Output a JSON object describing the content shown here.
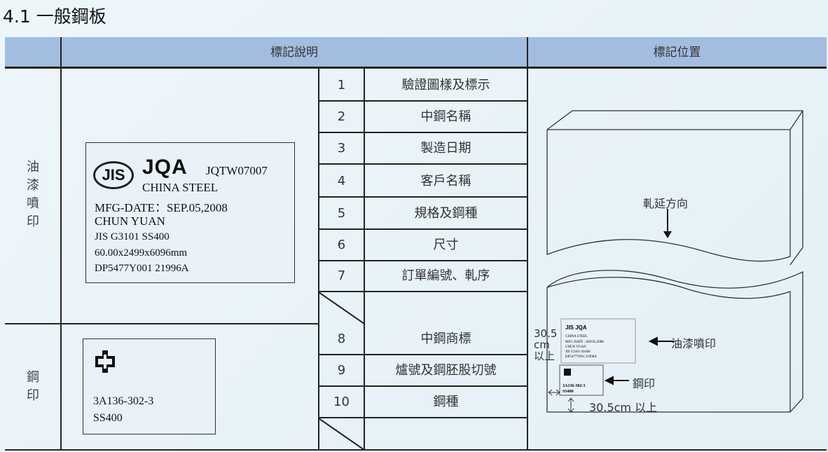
{
  "title": "4.1 一般鋼板",
  "header": {
    "col1": "標記說明",
    "col2": "標記位置"
  },
  "sections": [
    {
      "label": "油\n漆\n噴\n印"
    },
    {
      "label": "鋼\n印"
    }
  ],
  "rows": [
    {
      "no": "1",
      "desc": "驗證圖樣及標示"
    },
    {
      "no": "2",
      "desc": "中鋼名稱"
    },
    {
      "no": "3",
      "desc": "製造日期"
    },
    {
      "no": "4",
      "desc": "客戶名稱"
    },
    {
      "no": "5",
      "desc": "規格及鋼種"
    },
    {
      "no": "6",
      "desc": "尺寸"
    },
    {
      "no": "7",
      "desc": "訂單編號、軋序"
    },
    {
      "no": "8",
      "desc": "中鋼商標"
    },
    {
      "no": "9",
      "desc": "爐號及鋼胚股切號"
    },
    {
      "no": "10",
      "desc": "鋼種"
    }
  ],
  "paint_label": {
    "jis": "JIS",
    "jqa": "JQA",
    "cert": "JQTW07007",
    "company": "CHINA STEEL",
    "date": "MFG-DATE：SEP.05,2008",
    "customer": "CHUN YUAN",
    "spec": "JIS G3101  SS400",
    "size": "60.00x2499x6096mm",
    "order": "DP5477Y001 21996A"
  },
  "stamp_label": {
    "heat": "3A136-302-3",
    "grade": "SS400"
  },
  "diagram": {
    "rolling_direction": "軋延方向",
    "paint_mark": "油漆噴印",
    "stamp_mark": "鋼印",
    "dist_side": "30.5\ncm\n以上",
    "dist_bottom": "30.5cm 以上"
  }
}
